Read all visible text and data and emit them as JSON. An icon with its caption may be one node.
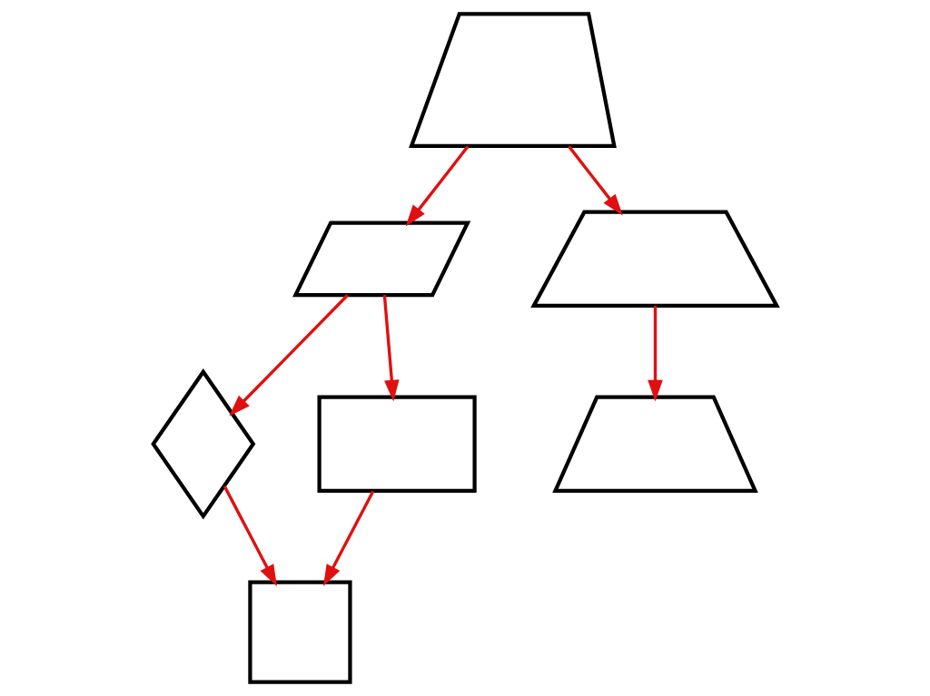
{
  "diagram": {
    "nodes": [
      {
        "text": [],
        "shape": "quadrilateral"
      },
      {
        "text": [],
        "shape": "parallelogram"
      },
      {
        "text": [],
        "shape": "trapezoid"
      },
      {
        "text": [],
        "shape": "diamond"
      },
      {
        "text": [],
        "shape": "rectangle"
      },
      {
        "text": [],
        "shape": "trapezoid"
      },
      {
        "text": [],
        "shape": "square"
      }
    ],
    "edges": [
      {
        "from": 0,
        "to": 1,
        "arrow": "to"
      },
      {
        "from": 0,
        "to": 2,
        "arrow": "to"
      },
      {
        "from": 1,
        "to": 3,
        "arrow": "to"
      },
      {
        "from": 1,
        "to": 4,
        "arrow": "to"
      },
      {
        "from": 2,
        "to": 5,
        "arrow": "to"
      },
      {
        "from": 3,
        "to": 6,
        "arrow": "to"
      },
      {
        "from": 4,
        "to": 6,
        "arrow": "to"
      }
    ]
  }
}
